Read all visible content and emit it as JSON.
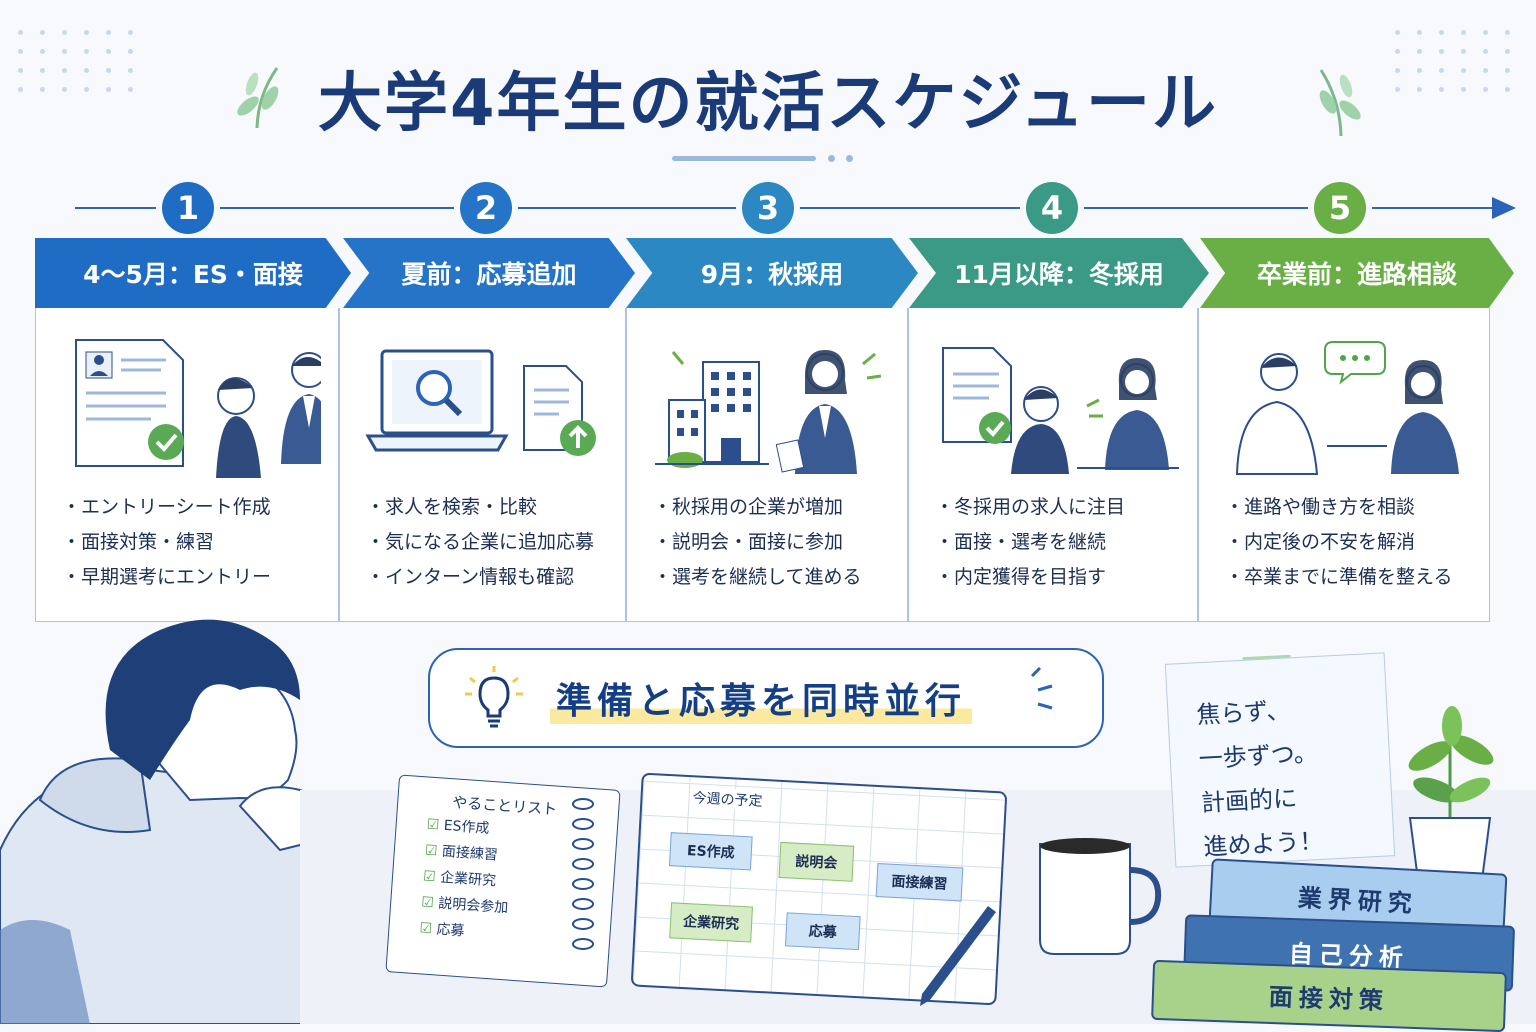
{
  "title": "大学4年生の就活スケジュール",
  "colors": {
    "primary": "#1a5fb4",
    "navy": "#1a3a78",
    "green": "#6aaf45"
  },
  "steps": [
    {
      "number": "1",
      "header": "4〜5月：ES・面接",
      "color": "#1f6cc4",
      "items": [
        "エントリーシート作成",
        "面接対策・練習",
        "早期選考にエントリー"
      ]
    },
    {
      "number": "2",
      "header": "夏前：応募追加",
      "color": "#2574c8",
      "items": [
        "求人を検索・比較",
        "気になる企業に追加応募",
        "インターン情報も確認"
      ]
    },
    {
      "number": "3",
      "header": "9月：秋採用",
      "color": "#2b88c2",
      "items": [
        "秋採用の企業が増加",
        "説明会・面接に参加",
        "選考を継続して進める"
      ]
    },
    {
      "number": "4",
      "header": "11月以降：冬採用",
      "color": "#3a9a85",
      "items": [
        "冬採用の求人に注目",
        "面接・選考を継続",
        "内定獲得を目指す"
      ]
    },
    {
      "number": "5",
      "header": "卒業前：進路相談",
      "color": "#6aaf45",
      "items": [
        "進路や働き方を相談",
        "内定後の不安を解消",
        "卒業までに準備を整える"
      ]
    }
  ],
  "banner": {
    "text": "準備と応募を同時並行",
    "icon": "lightbulb-icon"
  },
  "todo": {
    "title": "やることリスト",
    "items": [
      "ES作成",
      "面接練習",
      "企業研究",
      "説明会参加",
      "応募"
    ]
  },
  "calendar": {
    "title": "今週の予定",
    "events": [
      {
        "label": "ES作成",
        "color": "#cfe4f7"
      },
      {
        "label": "説明会",
        "color": "#d6ecc5"
      },
      {
        "label": "面接練習",
        "color": "#cfe4f7"
      },
      {
        "label": "企業研究",
        "color": "#d6ecc5"
      },
      {
        "label": "応募",
        "color": "#cfe4f7"
      }
    ]
  },
  "memo": {
    "lines": [
      "焦らず、",
      "一歩ずつ。",
      "計画的に",
      "進めよう！"
    ]
  },
  "books": [
    "業界研究",
    "自己分析",
    "面接対策"
  ]
}
